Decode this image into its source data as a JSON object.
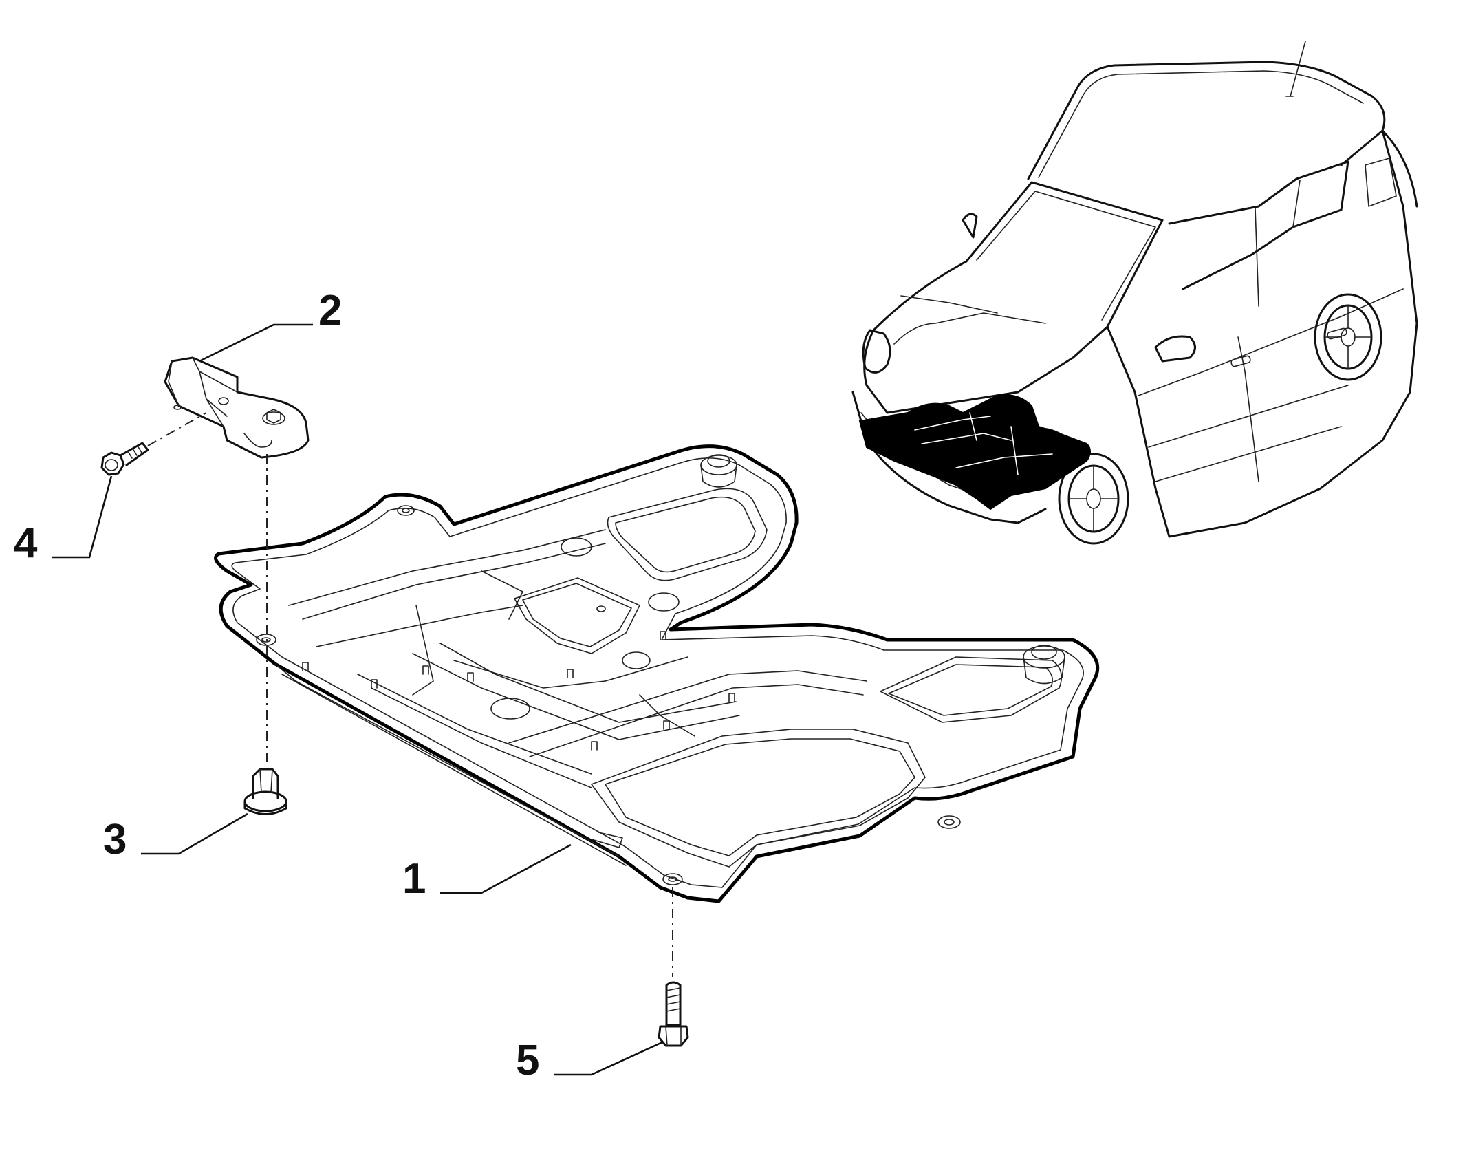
{
  "callouts": [
    {
      "id": "1",
      "label": "1"
    },
    {
      "id": "2",
      "label": "2"
    },
    {
      "id": "3",
      "label": "3"
    },
    {
      "id": "4",
      "label": "4"
    },
    {
      "id": "5",
      "label": "5"
    }
  ],
  "colors": {
    "line": "#111111",
    "highlight": "#000000",
    "background": "#ffffff"
  }
}
